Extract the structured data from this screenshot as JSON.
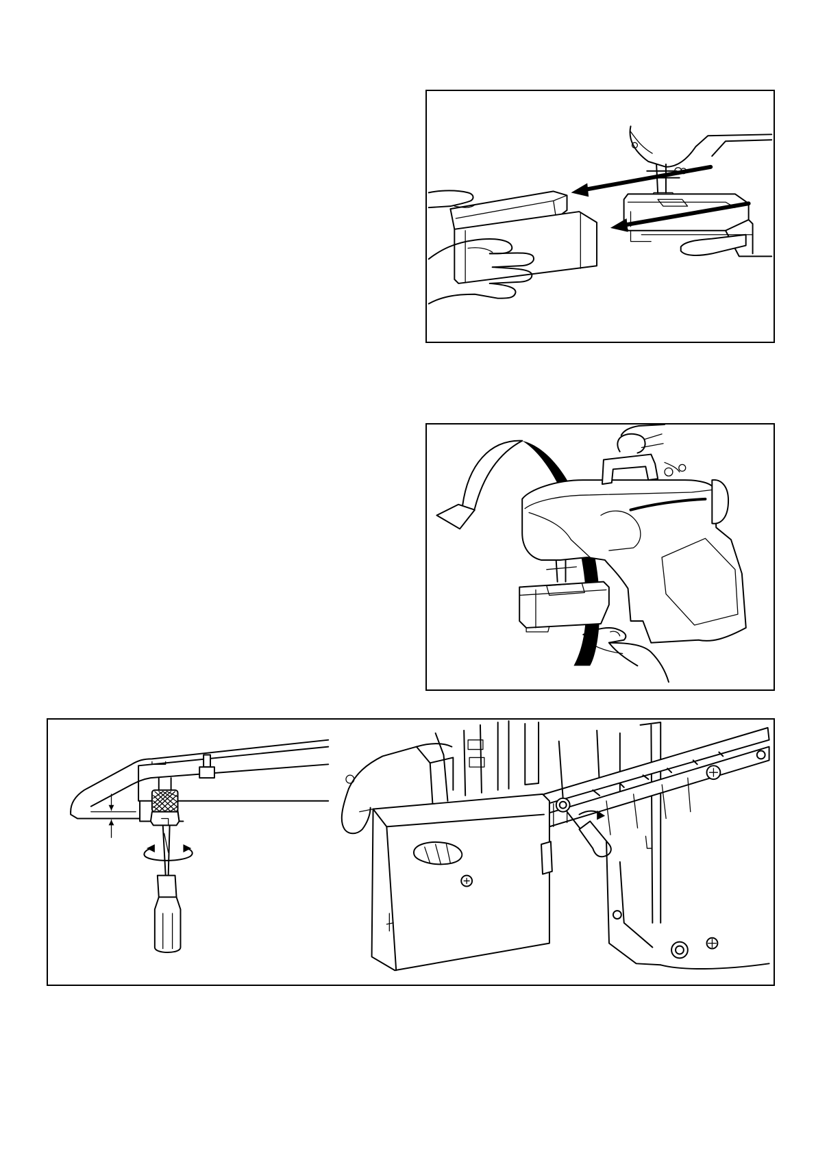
{
  "page": {
    "figures": [
      {
        "icon": "remove-accessory-table-illustration"
      },
      {
        "icon": "tilt-machine-back-illustration"
      },
      {
        "icon": "hook-screw-adjustment-illustration"
      }
    ]
  }
}
